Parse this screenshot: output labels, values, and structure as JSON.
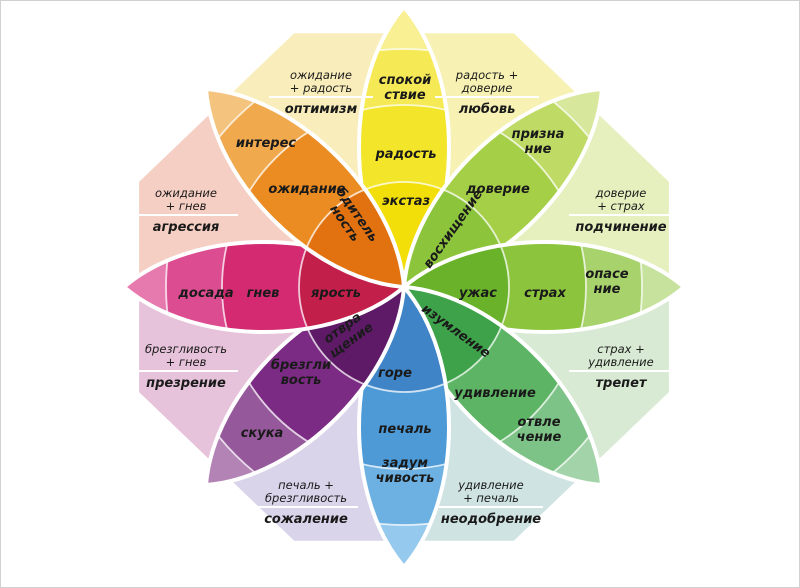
{
  "title": "Колесо эмоций",
  "petals": [
    {
      "id": "joy",
      "labels": [
        [
          "экстаз"
        ],
        [
          "радость"
        ],
        [
          "спокой",
          "ствие"
        ]
      ],
      "colors": [
        "#f2df0a",
        "#f3e529",
        "#f5ea56",
        "#f8f093"
      ]
    },
    {
      "id": "trust",
      "labels": [
        [
          "восхищение"
        ],
        [
          "доверие"
        ],
        [
          "призна",
          "ние"
        ]
      ],
      "colors": [
        "#8cc43c",
        "#a6cf48",
        "#bfdb66",
        "#d7e89c"
      ]
    },
    {
      "id": "fear",
      "labels": [
        [
          "ужас"
        ],
        [
          "страх"
        ],
        [
          "опасе",
          "ние"
        ]
      ],
      "colors": [
        "#69b22a",
        "#8cc43e",
        "#a8d26c",
        "#c6e29c"
      ]
    },
    {
      "id": "surprise",
      "labels": [
        [
          "изумление"
        ],
        [
          "удивление"
        ],
        [
          "отвле",
          "чение"
        ]
      ],
      "colors": [
        "#3da249",
        "#5db464",
        "#7dc286",
        "#a3d4a9"
      ]
    },
    {
      "id": "sadness",
      "labels": [
        [
          "горе"
        ],
        [
          "печаль"
        ],
        [
          "задум",
          "чивость"
        ]
      ],
      "colors": [
        "#3e84c6",
        "#4d9ad6",
        "#6db1e2",
        "#96c9ee"
      ]
    },
    {
      "id": "disgust",
      "labels": [
        [
          "отвра",
          "щение"
        ],
        [
          "брезгли",
          "вость"
        ],
        [
          "скука"
        ]
      ],
      "colors": [
        "#5e1a67",
        "#7b2b83",
        "#95589b",
        "#b383b6"
      ]
    },
    {
      "id": "anger",
      "labels": [
        [
          "ярость"
        ],
        [
          "гнев"
        ],
        [
          "досада"
        ]
      ],
      "colors": [
        "#c21f4b",
        "#d42a72",
        "#dc4c91",
        "#e67aae"
      ]
    },
    {
      "id": "anticipation",
      "labels": [
        [
          "бдитель",
          "ность"
        ],
        [
          "ожидание"
        ],
        [
          "интерес"
        ]
      ],
      "colors": [
        "#e1720f",
        "#eb8c22",
        "#f0a94c",
        "#f4c37e"
      ]
    }
  ],
  "combinations": [
    {
      "lines": [
        "радость +",
        "доверие"
      ],
      "result": "любовь",
      "color": "#f7f2b4"
    },
    {
      "lines": [
        "доверие",
        "+ страх"
      ],
      "result": "подчинение",
      "color": "#e6efbe"
    },
    {
      "lines": [
        "страх +",
        "удивление"
      ],
      "result": "трепет",
      "color": "#d8ead3"
    },
    {
      "lines": [
        "удивление",
        "+ печаль"
      ],
      "result": "неодобрение",
      "color": "#cfe4e2"
    },
    {
      "lines": [
        "печаль +",
        "брезгливость"
      ],
      "result": "сожаление",
      "color": "#d9d4ea"
    },
    {
      "lines": [
        "брезгливость",
        "+ гнев"
      ],
      "result": "презрение",
      "color": "#e6c3da"
    },
    {
      "lines": [
        "ожидание",
        "+ гнев"
      ],
      "result": "агрессия",
      "color": "#f6cfc4"
    },
    {
      "lines": [
        "ожидание",
        "+ радость"
      ],
      "result": "оптимизм",
      "color": "#f9eebb"
    }
  ]
}
